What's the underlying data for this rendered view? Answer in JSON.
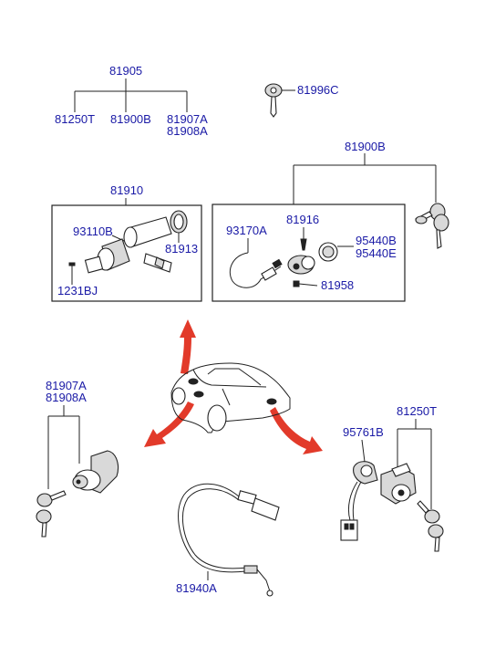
{
  "diagram": {
    "labels": {
      "top_group": "81905",
      "top_left": "81250T",
      "top_mid": "81900B",
      "top_right_1": "81907A",
      "top_right_2": "81908A",
      "key_blank": "81996C",
      "ign_group": "81900B",
      "left_box_title": "81910",
      "cylinder": "93110B",
      "retainer": "81913",
      "screw_left": "1231BJ",
      "harness": "93170A",
      "pin": "81916",
      "ring_1": "95440B",
      "ring_2": "95440E",
      "screw_right": "81958",
      "door_1": "81907A",
      "door_2": "81908A",
      "trunk_group": "81250T",
      "solenoid": "95761B",
      "cable": "81940A"
    },
    "colors": {
      "label": "#1a1aa6",
      "line": "#222222",
      "arrow": "#e23a2a"
    },
    "icons": [
      "key-icon",
      "car-icon",
      "arrow-icon"
    ]
  }
}
